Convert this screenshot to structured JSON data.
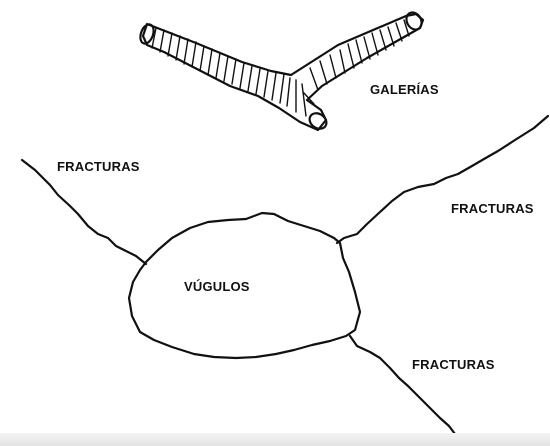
{
  "labels": {
    "galerias": "GALERÍAS",
    "fracturas_1": "FRACTURAS",
    "fracturas_2": "FRACTURAS",
    "vugulos": "VÚGULOS",
    "fracturas_3": "FRACTURAS"
  },
  "colors": {
    "line": "#111111",
    "background": "#ffffff"
  }
}
